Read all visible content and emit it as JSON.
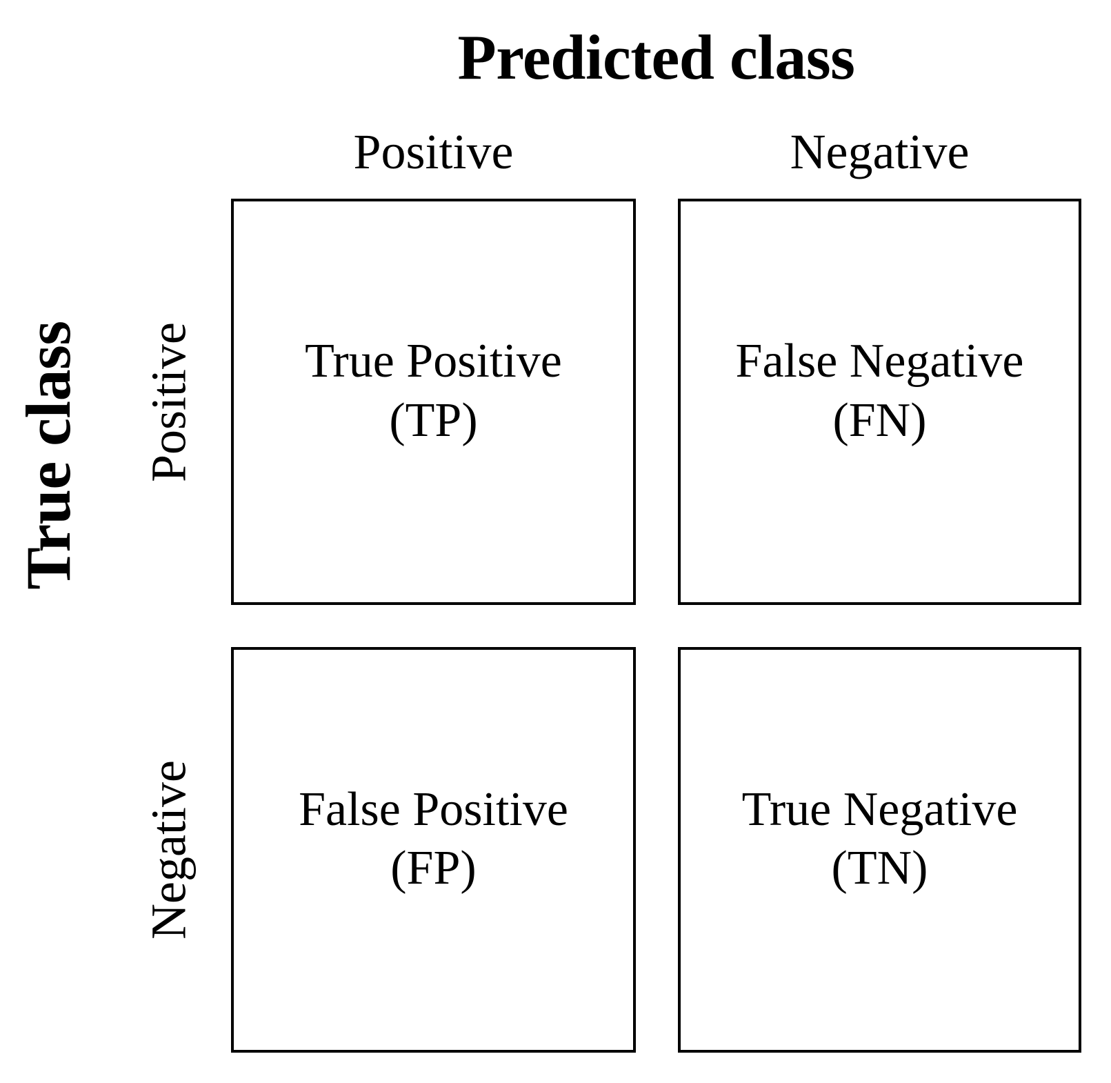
{
  "figure": {
    "type": "confusion-matrix",
    "background_color": "#ffffff",
    "text_color": "#000000",
    "border_color": "#000000"
  },
  "axes": {
    "column_axis_title": "Predicted class",
    "row_axis_title": "True class",
    "column_headers": [
      "Positive",
      "Negative"
    ],
    "row_headers": [
      "Positive",
      "Negative"
    ]
  },
  "cells": [
    {
      "row": "Positive",
      "column": "Positive",
      "name": "True Positive",
      "abbreviation": "(TP)"
    },
    {
      "row": "Positive",
      "column": "Negative",
      "name": "False Negative",
      "abbreviation": "(FN)"
    },
    {
      "row": "Negative",
      "column": "Positive",
      "name": "False Positive",
      "abbreviation": "(FP)"
    },
    {
      "row": "Negative",
      "column": "Negative",
      "name": "True Negative",
      "abbreviation": "(TN)"
    }
  ],
  "chart_data": {
    "type": "table",
    "title": "",
    "xlabel": "Predicted class",
    "ylabel": "True class",
    "categories": [
      "Positive",
      "Negative"
    ],
    "row_categories": [
      "Positive",
      "Negative"
    ],
    "column_categories": [
      "Positive",
      "Negative"
    ],
    "cell_labels": [
      [
        "True Positive (TP)",
        "False Negative (FN)"
      ],
      [
        "False Positive (FP)",
        "True Negative (TN)"
      ]
    ],
    "grid": false,
    "legend": "none"
  }
}
